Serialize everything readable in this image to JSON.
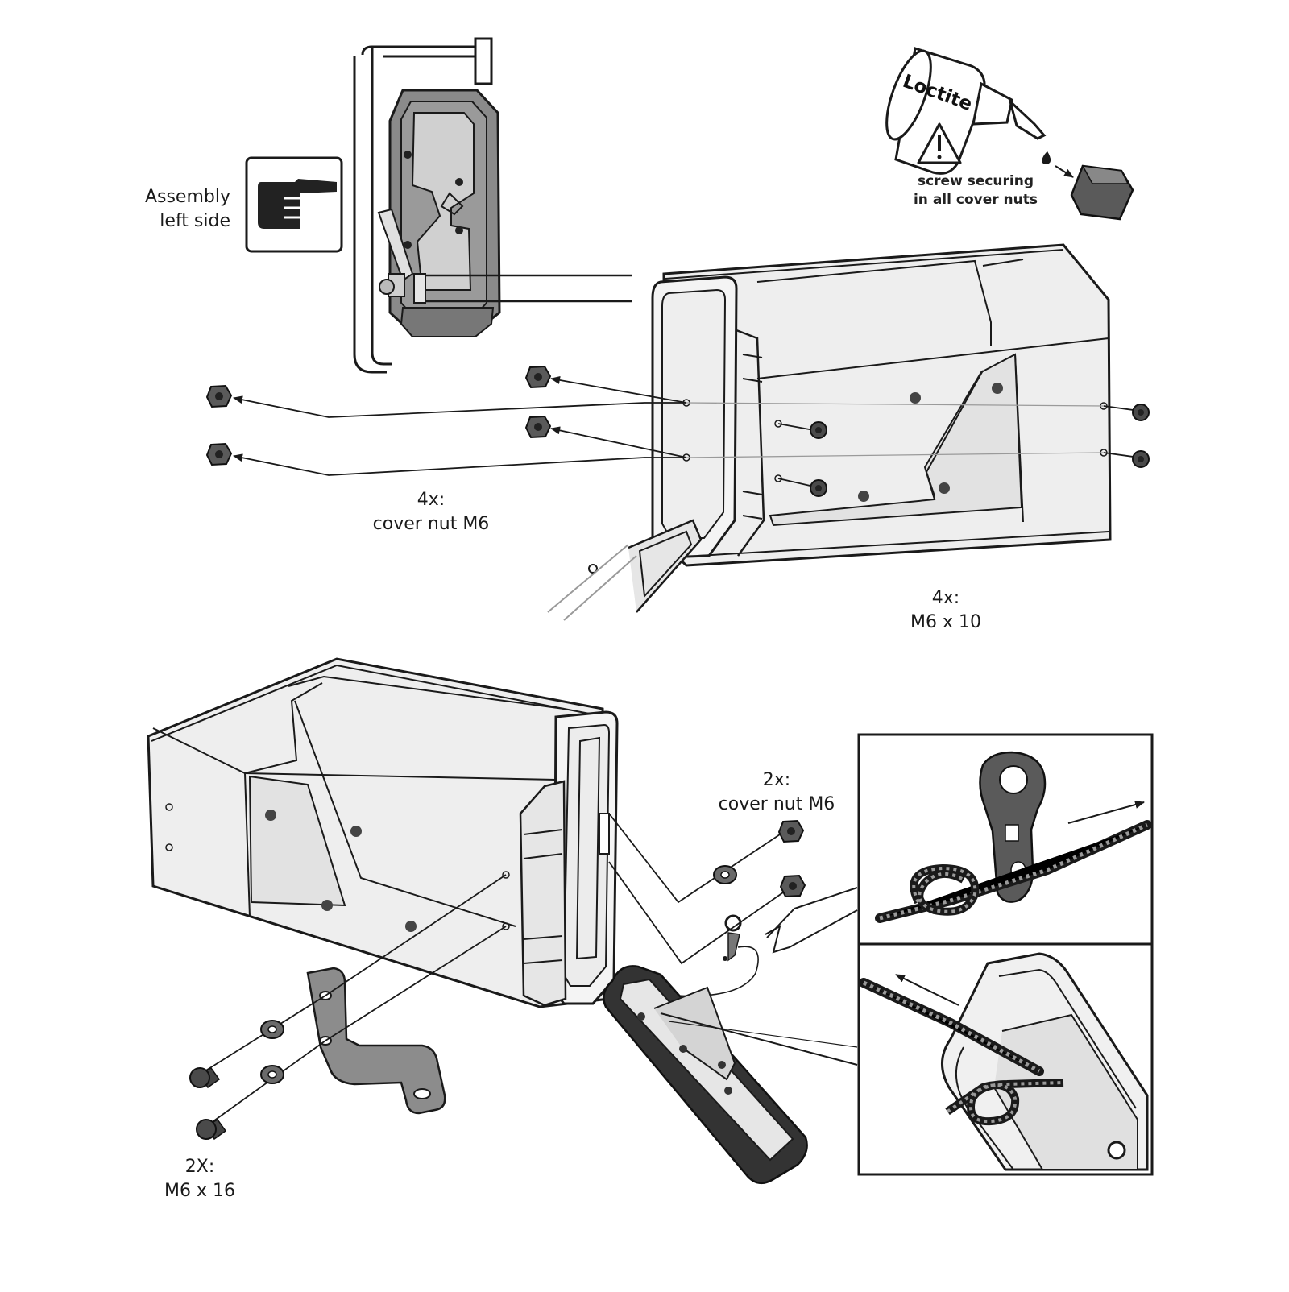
{
  "labels": {
    "assembly": [
      "Assembly",
      "left side"
    ],
    "loctite_brand": "Loctite",
    "loctite_note": [
      "screw securing",
      "in all cover nuts"
    ],
    "top_nuts": [
      "4x:",
      "cover nut M6"
    ],
    "top_screws": [
      "4x:",
      "M6 x 10"
    ],
    "bottom_nuts": [
      "2x:",
      "cover nut M6"
    ],
    "bottom_screws": [
      "2X:",
      "M6 x 16"
    ]
  },
  "icons": {
    "assembly": "pointing-hand-icon",
    "warning": "warning-triangle-icon",
    "drop": "glue-drop-icon"
  },
  "colors": {
    "line": "#1a1a1a",
    "part_fill": "#e9e9e9",
    "dark_fill": "#555555",
    "background": "#ffffff"
  }
}
